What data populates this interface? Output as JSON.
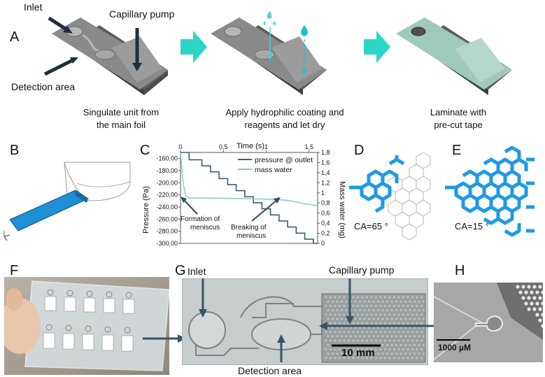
{
  "panel_a": {
    "letter": "A",
    "labels": {
      "inlet": "Inlet",
      "capillary_pump": "Capillary pump",
      "detection_area": "Detection area"
    },
    "captions": [
      [
        "Singulate unit from",
        "the main foil"
      ],
      [
        "Apply hydrophilic coating and",
        "reagents and let dry"
      ],
      [
        "Laminate with",
        "pre-cut tape"
      ]
    ],
    "colors": {
      "device": "#7d7d7d",
      "arrow": "#2ad6c6",
      "coated": "#9fc9bd"
    }
  },
  "panel_b": {
    "letter": "B",
    "colors": {
      "channel": "#1f8fd6"
    }
  },
  "panel_c": {
    "letter": "C",
    "chart_data": {
      "type": "line",
      "xlabel": "Time (s)",
      "ylabel": "Pressure (Pa)",
      "y2label": "Mass water (mg)",
      "xlim": [
        0,
        1.6
      ],
      "ylim": [
        -300,
        -150
      ],
      "y2lim": [
        0,
        1.8
      ],
      "x_ticks": [
        "0",
        "0,5",
        "1",
        "1,5"
      ],
      "y_ticks": [
        "-160,00",
        "-180,00",
        "-200,00",
        "-220,00",
        "-240,00",
        "-260,00",
        "-280,00",
        "-300,00"
      ],
      "y2_ticks": [
        "1,8",
        "1,6",
        "1,4",
        "1,2",
        "1",
        "0,8",
        "0,6",
        "0,4",
        "0,2",
        "0"
      ],
      "series": [
        {
          "name": "pressure @ outlet",
          "color": "#3a5f74",
          "x": [
            0,
            0.1,
            0.1,
            0.25,
            0.25,
            0.35,
            0.35,
            0.45,
            0.45,
            0.55,
            0.55,
            0.65,
            0.65,
            0.75,
            0.75,
            0.85,
            0.85,
            0.95,
            0.95,
            1.05,
            1.05,
            1.15,
            1.15,
            1.25,
            1.25,
            1.35,
            1.35,
            1.45,
            1.45,
            1.55,
            1.55,
            1.6
          ],
          "y": [
            -150,
            -150,
            -162,
            -162,
            -172,
            -172,
            -182,
            -182,
            -193,
            -193,
            -203,
            -203,
            -213,
            -213,
            -223,
            -223,
            -233,
            -233,
            -243,
            -243,
            -253,
            -253,
            -263,
            -263,
            -273,
            -273,
            -283,
            -283,
            -293,
            -293,
            -300,
            -300
          ]
        },
        {
          "name": "mass water",
          "color": "#7fc9c0",
          "axis": "right",
          "x": [
            0,
            0.03,
            0.06,
            0.1,
            0.3,
            0.6,
            0.9,
            1.1,
            1.2,
            1.3,
            1.4,
            1.5,
            1.6
          ],
          "y": [
            1.8,
            1.2,
            0.95,
            0.9,
            0.9,
            0.89,
            0.88,
            0.87,
            0.86,
            0.84,
            0.8,
            0.77,
            0.75
          ]
        }
      ],
      "annotations": [
        {
          "text": [
            "Formation of",
            "meniscus"
          ]
        },
        {
          "text": [
            "Breaking of",
            "meniscus"
          ]
        }
      ]
    }
  },
  "panel_d": {
    "letter": "D",
    "ca_label": "CA=65 °"
  },
  "panel_e": {
    "letter": "E",
    "ca_label": "CA=15 °"
  },
  "panel_f": {
    "letter": "F"
  },
  "panel_g": {
    "letter": "G",
    "labels": {
      "inlet": "Inlet",
      "capillary_pump": "Capillary pump",
      "detection_area": "Detection area"
    },
    "scalebar": "10 mm"
  },
  "panel_h": {
    "letter": "H",
    "scalebar": "1000 µM"
  },
  "colors": {
    "fill_blue": "#1e9ae8"
  }
}
